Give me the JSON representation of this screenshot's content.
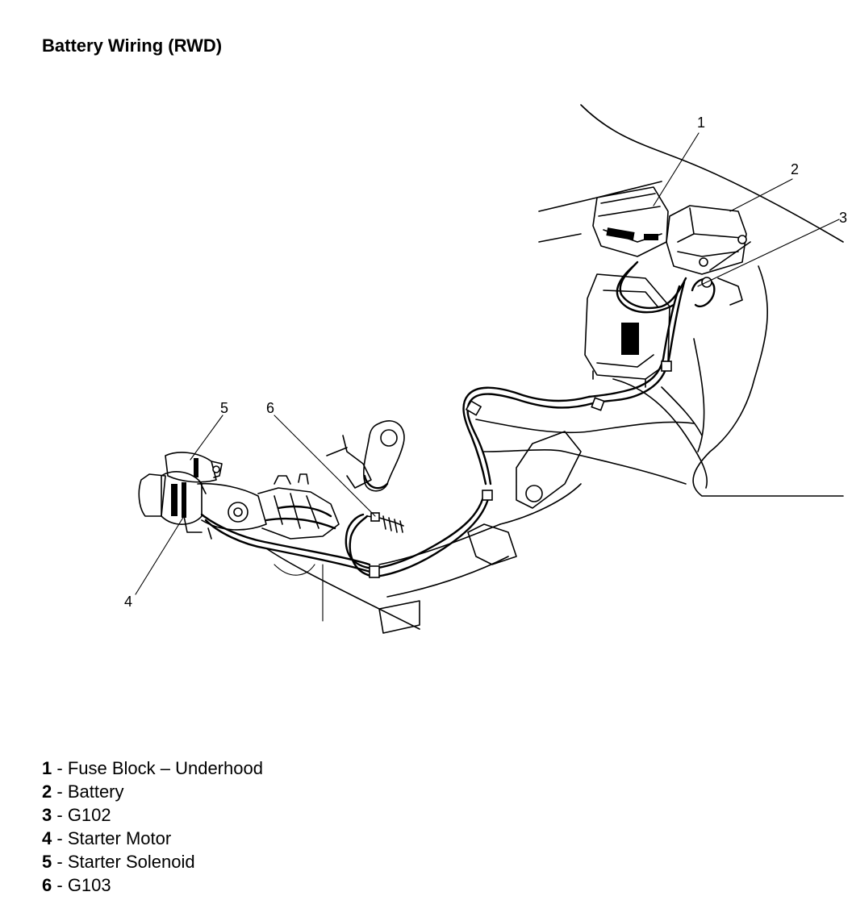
{
  "title": "Battery Wiring (RWD)",
  "callouts": [
    "1",
    "2",
    "3",
    "4",
    "5",
    "6"
  ],
  "legend": [
    {
      "num": "1",
      "sep": " - ",
      "label": "Fuse Block – Underhood"
    },
    {
      "num": "2",
      "sep": " - ",
      "label": "Battery"
    },
    {
      "num": "3",
      "sep": " - ",
      "label": "G102"
    },
    {
      "num": "4",
      "sep": " - ",
      "label": "Starter Motor"
    },
    {
      "num": "5",
      "sep": " - ",
      "label": "Starter Solenoid"
    },
    {
      "num": "6",
      "sep": " - ",
      "label": "G103"
    }
  ]
}
